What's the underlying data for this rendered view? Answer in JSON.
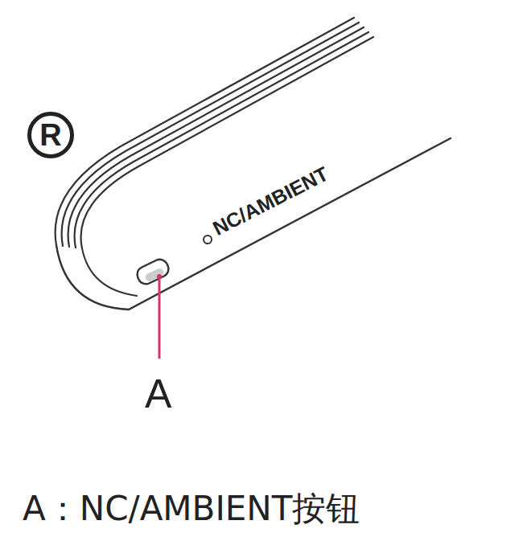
{
  "diagram": {
    "caption": "A：NC/AMBIENT按钮",
    "nodes": [
      {
        "text": [
          "R"
        ]
      }
    ],
    "labels": [
      "NC/AMBIENT",
      "A"
    ]
  }
}
